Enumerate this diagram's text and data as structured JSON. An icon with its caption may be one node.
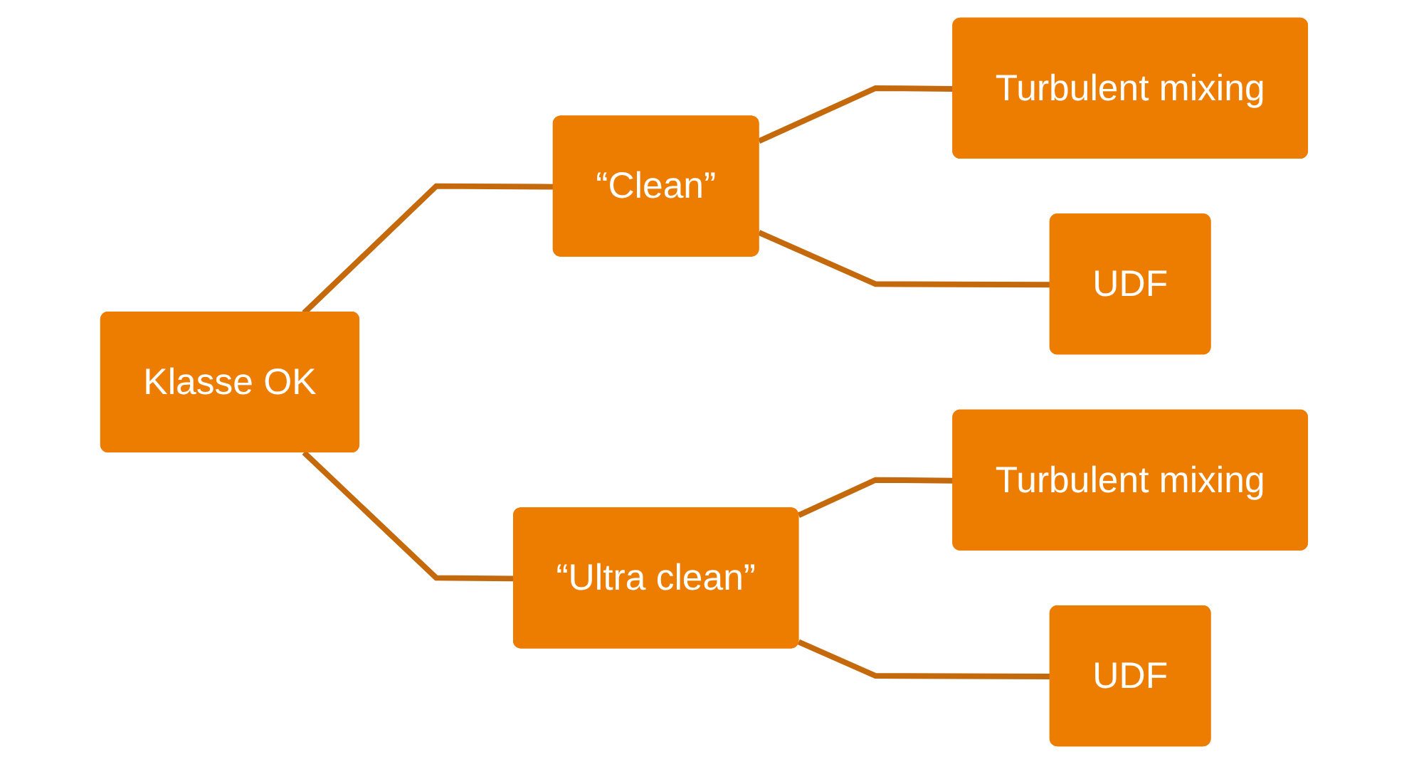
{
  "diagram": {
    "nodes": [
      {
        "text": [
          "Klasse OK"
        ]
      },
      {
        "text": [
          "“Clean”"
        ]
      },
      {
        "text": [
          "Turbulent mixing"
        ]
      },
      {
        "text": [
          "UDF"
        ]
      },
      {
        "text": [
          "“Ultra clean”"
        ]
      },
      {
        "text": [
          "Turbulent mixing"
        ]
      },
      {
        "text": [
          "UDF"
        ]
      }
    ],
    "edges": [
      {
        "from": 0,
        "to": 1,
        "arrow": "none"
      },
      {
        "from": 0,
        "to": 4,
        "arrow": "none"
      },
      {
        "from": 1,
        "to": 2,
        "arrow": "none"
      },
      {
        "from": 1,
        "to": 3,
        "arrow": "none"
      },
      {
        "from": 4,
        "to": 5,
        "arrow": "none"
      },
      {
        "from": 4,
        "to": 6,
        "arrow": "none"
      }
    ]
  }
}
